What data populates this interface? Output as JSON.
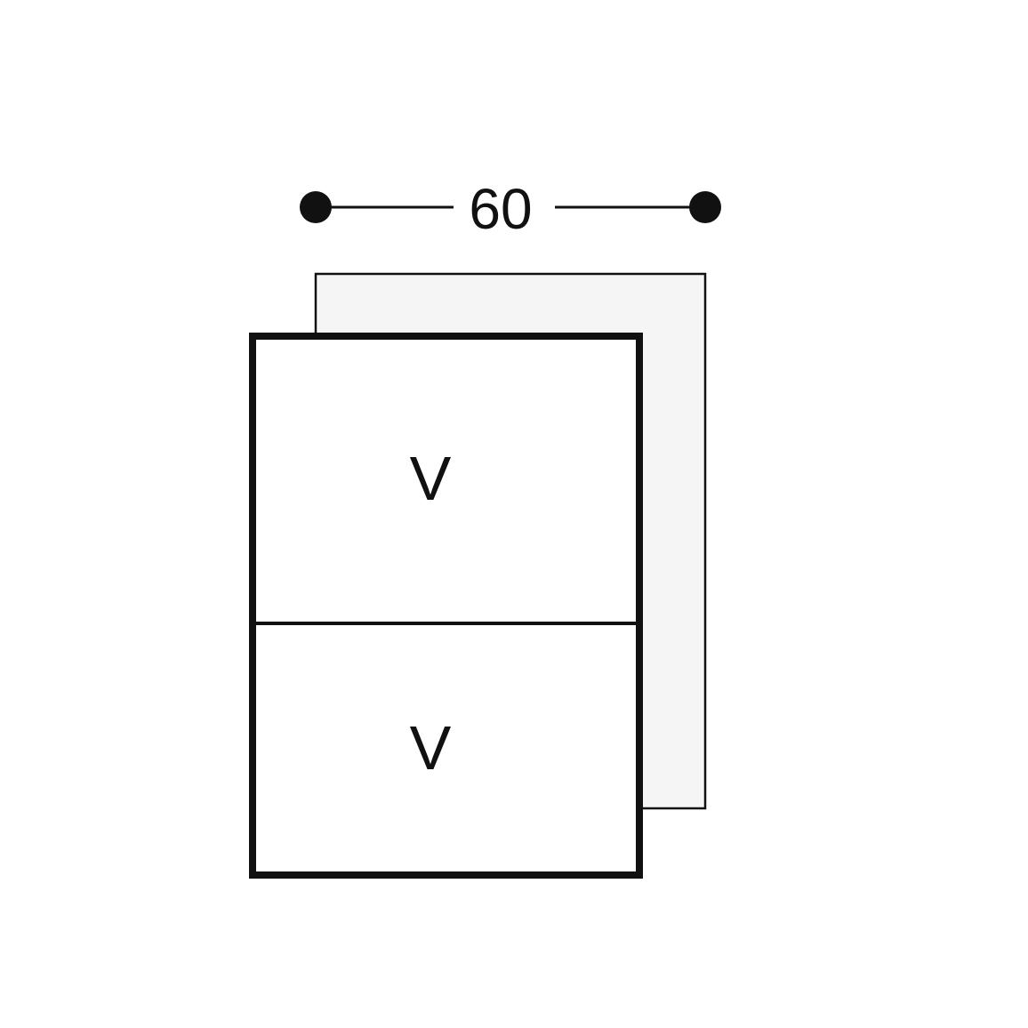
{
  "dimension": {
    "width_label": "60"
  },
  "panels": [
    {
      "label": "V"
    },
    {
      "label": "V"
    }
  ],
  "colors": {
    "stroke": "#111111",
    "back_fill": "#f5f5f5",
    "front_fill": "#ffffff"
  }
}
